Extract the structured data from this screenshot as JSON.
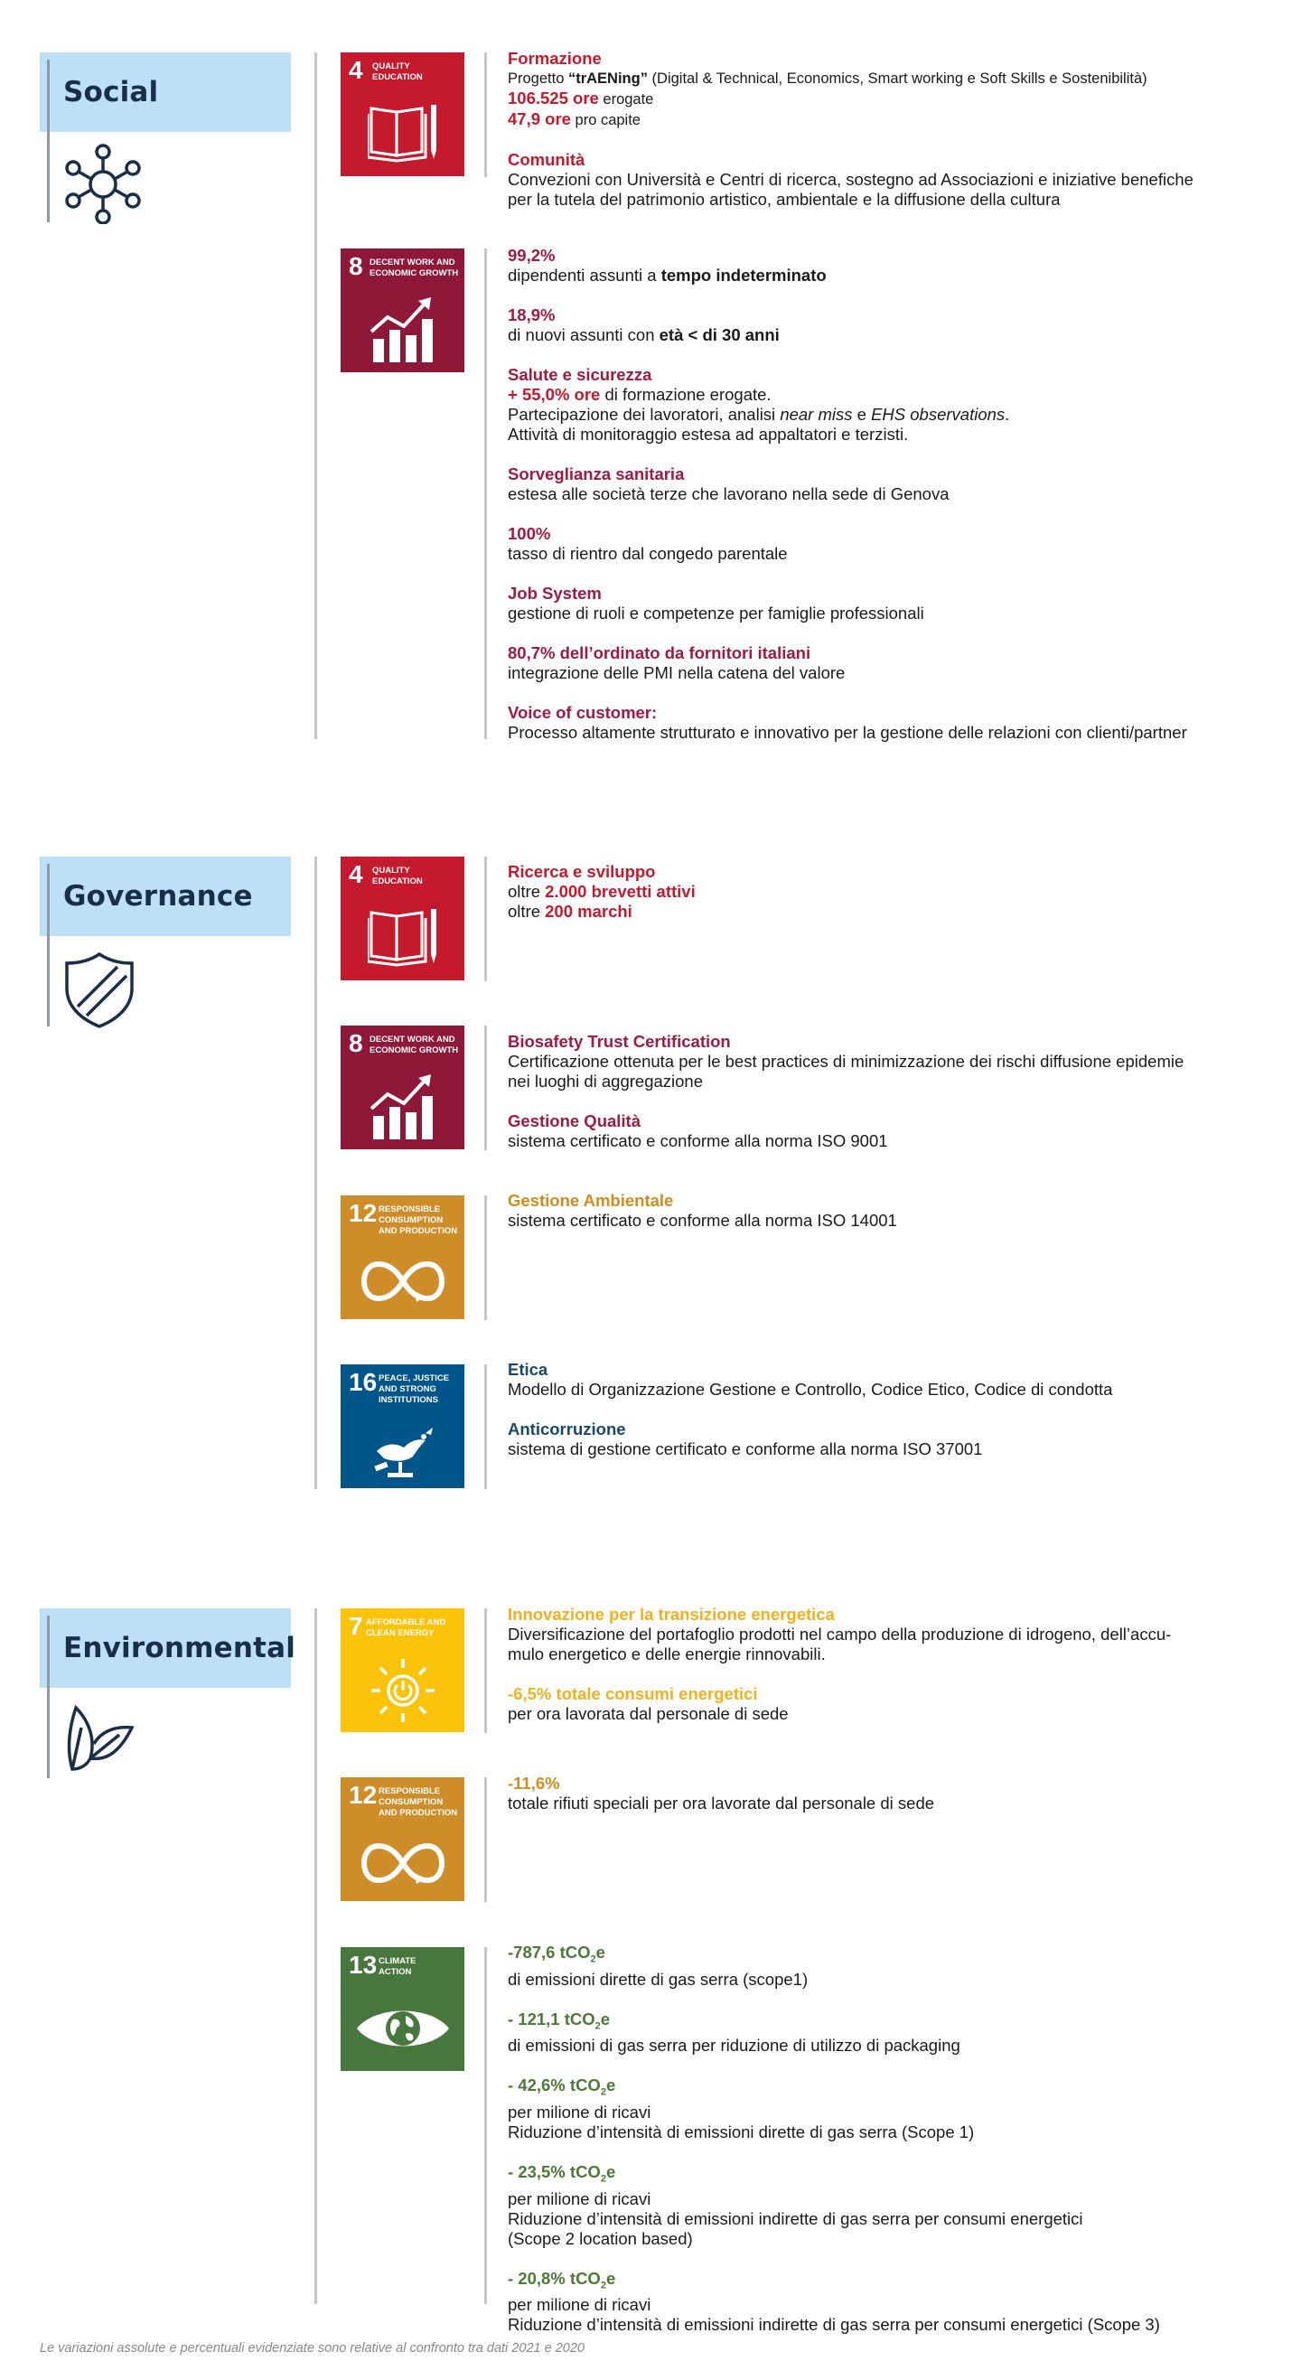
{
  "sections": {
    "social": "Social",
    "governance": "Governance",
    "environmental": "Environmental"
  },
  "sdg": {
    "s4_num": "4",
    "s4_label": "QUALITY\nEDUCATION",
    "s8_num": "8",
    "s8_label": "DECENT WORK AND\nECONOMIC GROWTH",
    "s12_num": "12",
    "s12_label": "RESPONSIBLE\nCONSUMPTION\nAND PRODUCTION",
    "s16_num": "16",
    "s16_label": "PEACE, JUSTICE\nAND STRONG\nINSTITUTIONS",
    "s7_num": "7",
    "s7_label": "AFFORDABLE AND\nCLEAN ENERGY",
    "s13_num": "13",
    "s13_label": "CLIMATE\nACTION"
  },
  "colors": {
    "sdg4": "#c5192d",
    "sdg8": "#8f1838",
    "sdg12": "#cf8d2a",
    "sdg16": "#00558a",
    "sdg7": "#fcc30b",
    "sdg13": "#48773e"
  },
  "social": {
    "formazione_title": "Formazione",
    "formazione_pre": "Progetto ",
    "formazione_project": "“trAENing”",
    "formazione_post": " (Digital & Technical, Economics, Smart working e Soft Skills e Sostenibilità)",
    "ore_value": "106.525 ore",
    "ore_text": " erogate",
    "procapite_value": "47,9 ore",
    "procapite_text": " pro capite",
    "comunita_title": "Comunità",
    "comunita_line1": "Convezioni con Università e Centri di ricerca, sostegno ad Associazioni e iniziative benefiche",
    "comunita_line2": "per la tutela del patrimonio artistico, ambientale e la diffusione della cultura",
    "dip_value": "99,2%",
    "dip_text": "dipendenti assunti a ",
    "dip_bold": "tempo indeterminato",
    "giovani_value": "18,9%",
    "giovani_text": "di nuovi assunti con ",
    "giovani_bold": "età < di 30 anni",
    "salute_title": "Salute e sicurezza",
    "salute_value": "+ 55,0% ore",
    "salute_value_text": " di formazione erogate.",
    "salute_line2_pre": "Partecipazione dei lavoratori, analisi ",
    "salute_line2_it1": "near miss",
    "salute_line2_mid": " e ",
    "salute_line2_it2": "EHS observations",
    "salute_line2_post": ".",
    "salute_line3": "Attività di monitoraggio estesa ad appaltatori e terzisti.",
    "sorv_title": "Sorveglianza sanitaria",
    "sorv_text": "estesa alle società terze che lavorano nella sede di Genova",
    "rientro_value": "100%",
    "rientro_text": "tasso di rientro dal congedo parentale",
    "job_title": "Job System",
    "job_text": "gestione di ruoli e competenze per famiglie professionali",
    "fornitori_value": "80,7% dell’ordinato da fornitori italiani",
    "fornitori_text": "integrazione delle PMI nella catena del valore",
    "voice_title": "Voice of customer:",
    "voice_text": "Processo altamente strutturato e innovativo per la gestione delle relazioni con clienti/partner"
  },
  "governance": {
    "rs_title": "Ricerca e sviluppo",
    "brevetti_pre": "oltre ",
    "brevetti_value": "2.000 brevetti attivi",
    "marchi_pre": "oltre ",
    "marchi_value": "200 marchi",
    "bio_title": "Biosafety Trust Certification",
    "bio_line1": "Certificazione ottenuta per le best practices di minimizzazione dei rischi diffusione epidemie",
    "bio_line2": "nei luoghi di aggregazione",
    "qual_title": "Gestione Qualità",
    "qual_text": "sistema certificato e conforme alla norma ISO 9001",
    "amb_title": "Gestione Ambientale",
    "amb_text": "sistema certificato e conforme alla norma ISO 14001",
    "etica_title": "Etica",
    "etica_text": "Modello di Organizzazione Gestione e Controllo, Codice Etico, Codice di condotta",
    "anti_title": "Anticorruzione",
    "anti_text": "sistema di gestione certificato e conforme alla norma ISO 37001"
  },
  "environmental": {
    "innov_title": "Innovazione per la transizione energetica",
    "innov_line1": "Diversificazione del portafoglio prodotti nel campo della produzione di idrogeno, dell’accu-",
    "innov_line2": "mulo energetico e delle energie rinnovabili.",
    "cons_title": "-6,5% totale consumi energetici",
    "cons_text": "per ora lavorata dal personale di sede",
    "rif_value": "-11,6%",
    "rif_text": "totale rifiuti speciali per ora lavorate dal personale di sede",
    "co2_unit_pre": "tCO",
    "co2_sub": "2",
    "co2_unit_post": "e",
    "e1_value": "-787,6 ",
    "e1_text": "di emissioni dirette di gas serra (scope1)",
    "e2_value": "- 121,1 ",
    "e2_text": "di emissioni di gas serra per riduzione di utilizzo di packaging",
    "e3_value": "- 42,6% ",
    "e3_line1": "per milione di ricavi",
    "e3_line2": "Riduzione d’intensità di emissioni dirette di gas serra (Scope 1)",
    "e4_value": "- 23,5% ",
    "e4_line1": "per milione di ricavi",
    "e4_line2": "Riduzione d’intensità di emissioni indirette di gas serra per consumi energetici",
    "e4_line3": "(Scope 2 location based)",
    "e5_value": "- 20,8% ",
    "e5_line1": "per milione di ricavi",
    "e5_line2": "Riduzione d’intensità di emissioni indirette di gas serra per consumi energetici (Scope 3)"
  },
  "footnote": "Le variazioni assolute e percentuali evidenziate sono relative al confronto tra dati 2021 e 2020"
}
